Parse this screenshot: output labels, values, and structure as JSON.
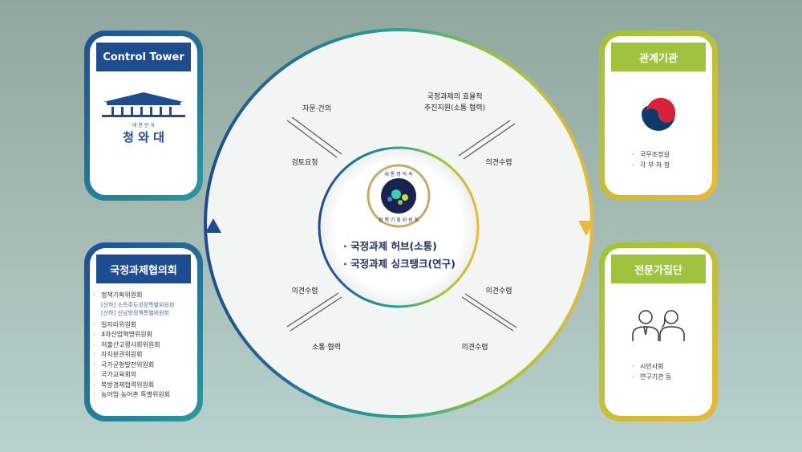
{
  "control_tower": {
    "title": "Control Tower",
    "logo_text": "대 한 민 국",
    "logo_name": "청 와 대"
  },
  "council": {
    "title": "국정과제협의회",
    "items": [
      "정책기획위원회",
      "[산하] 소득주도성장특별위원회",
      "[산하] 신남방정책특별위원회",
      "일자리위원회",
      "4차산업혁명위원회",
      "저출산고령사회위원회",
      "자치분권위원회",
      "국가균형발전위원회",
      "국가교육회의",
      "북방경제협력위원회",
      "농어업·농어촌 특별위원회"
    ]
  },
  "agencies": {
    "title": "관계기관",
    "items": [
      "국무조정실",
      "각 부·처·청"
    ],
    "icon": "government-emblem"
  },
  "experts": {
    "title": "전문가집단",
    "items": [
      "시민사회",
      "연구기관 등"
    ],
    "icon": "people-icon"
  },
  "hub": {
    "emblem_top": "대 통 령 직 속",
    "emblem_bottom": "정 책 기 획 위 원 회",
    "items": [
      "· 국정과제 허브(소통)",
      "· 국정과제 싱크탱크(연구)"
    ]
  },
  "flows": {
    "top_left_out": "자문·건의",
    "top_left_in": "검토요청",
    "top_right_out_1": "국정과제의 효율적",
    "top_right_out_2": "추진지원(소통·협력)",
    "top_right_in": "의견수렴",
    "bottom_left_in": "의견수렴",
    "bottom_left_out": "소통·협력",
    "bottom_right_in": "의견수렴",
    "bottom_right_out": "의견수렴"
  },
  "colors": {
    "blue": "#1f4b8f",
    "teal": "#2a9a9a",
    "green": "#9fc33f",
    "yellow": "#e8b93a"
  }
}
